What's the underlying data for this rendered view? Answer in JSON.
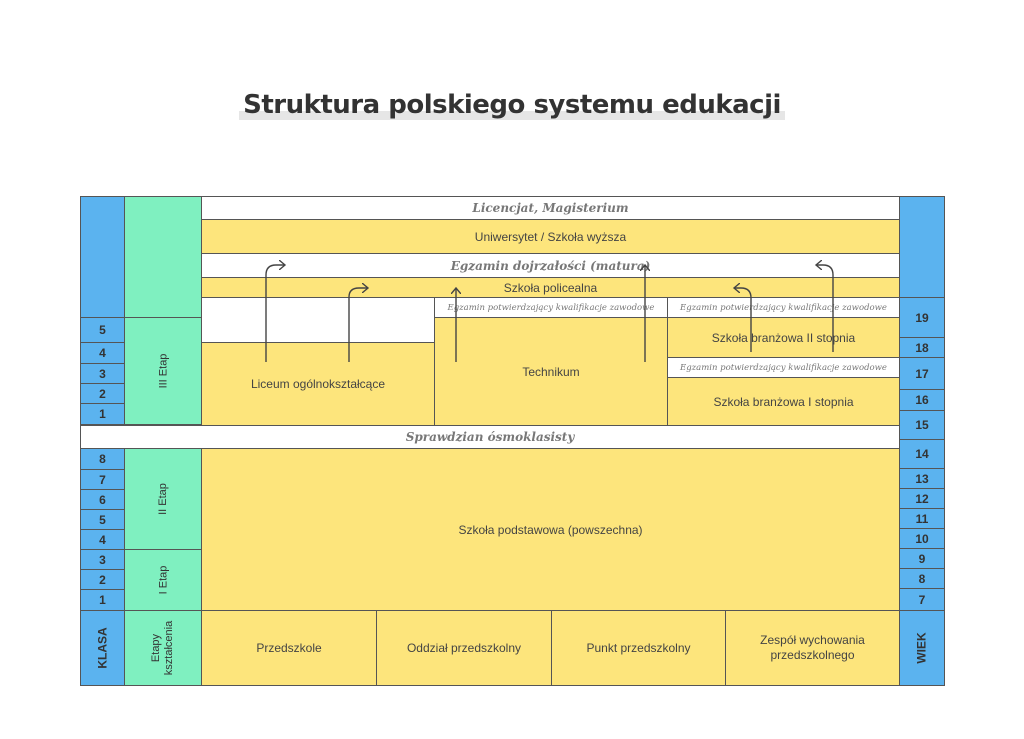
{
  "title": "Struktura polskiego systemu edukacji",
  "exams": {
    "degrees": "Licencjat, Magisterium",
    "matura": "Egzamin dojrzałości (matura)",
    "eighth_grade": "Sprawdzian ósmoklasisty",
    "vocational": "Egzamin potwierdzający kwalifikacje zawodowe"
  },
  "schools": {
    "university": "Uniwersytet / Szkoła wyższa",
    "post_secondary": "Szkoła policealna",
    "liceum": "Liceum ogólnokształcące",
    "technikum": "Technikum",
    "branzowa_2": "Szkoła branżowa II stopnia",
    "branzowa_1": "Szkoła branżowa I stopnia",
    "primary": "Szkoła podstawowa (powszechna)",
    "preschools": [
      "Przedszkole",
      "Oddział przedszkolny",
      "Punkt przedszkolny",
      "Zespół wychowania przedszkolnego"
    ]
  },
  "stages": {
    "stage_3": "III Etap",
    "stage_2": "II Etap",
    "stage_1": "I Etap",
    "header": "Etapy kształcenia"
  },
  "class_column": {
    "header": "KLASA",
    "upper": [
      "5",
      "4",
      "3",
      "2",
      "1"
    ],
    "lower": [
      "8",
      "7",
      "6",
      "5",
      "4",
      "3",
      "2",
      "1"
    ]
  },
  "age_column": {
    "header": "WIEK",
    "values": [
      "19",
      "18",
      "17",
      "16",
      "15",
      "14",
      "13",
      "12",
      "11",
      "10",
      "9",
      "8",
      "7"
    ]
  },
  "colors": {
    "school": "#fde57c",
    "side": "#5bb3ef",
    "stage": "#7ff0c0",
    "border": "#555555"
  }
}
